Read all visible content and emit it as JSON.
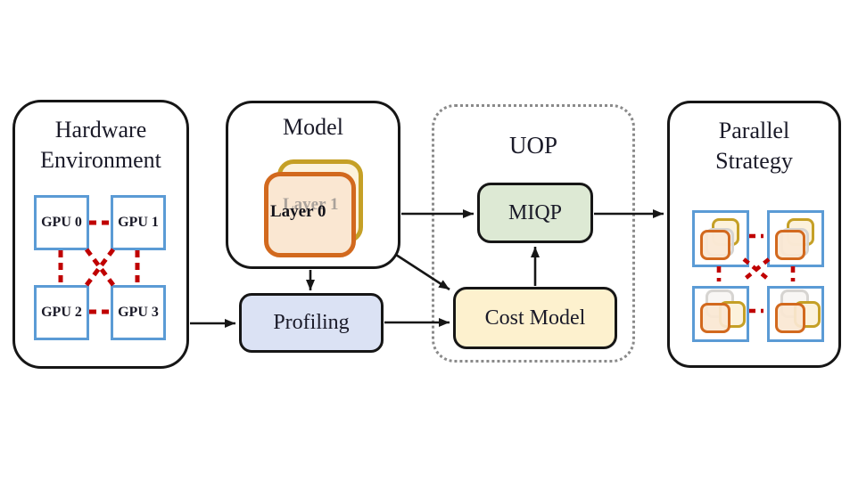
{
  "hardware": {
    "title": "Hardware Environment",
    "gpus": [
      "GPU 0",
      "GPU 1",
      "GPU 2",
      "GPU 3"
    ]
  },
  "model": {
    "title": "Model",
    "layer_back": "Layer 1",
    "layer_front": "Layer 0"
  },
  "profiling": {
    "label": "Profiling"
  },
  "uop": {
    "title": "UOP",
    "miqp_label": "MIQP",
    "cost_model_label": "Cost Model"
  },
  "parallel_strategy": {
    "title": "Parallel Strategy"
  },
  "colors": {
    "box_border": "#161616",
    "gpu_border": "#5b9bd5",
    "link_red": "#c00000",
    "layer_orange_border": "#d2691e",
    "layer_orange_fill": "#fae7d2",
    "layer_gold_border": "#c5a026",
    "layer_gold_fill": "#fcf2dc",
    "mini_gray_border": "#d6d4d1",
    "miqp_fill": "#dde9d4",
    "cost_model_fill": "#fdf1ce",
    "profiling_fill": "#dbe2f4",
    "uop_border": "#8a8a8a",
    "layer_back_text": "#aaa29b"
  }
}
